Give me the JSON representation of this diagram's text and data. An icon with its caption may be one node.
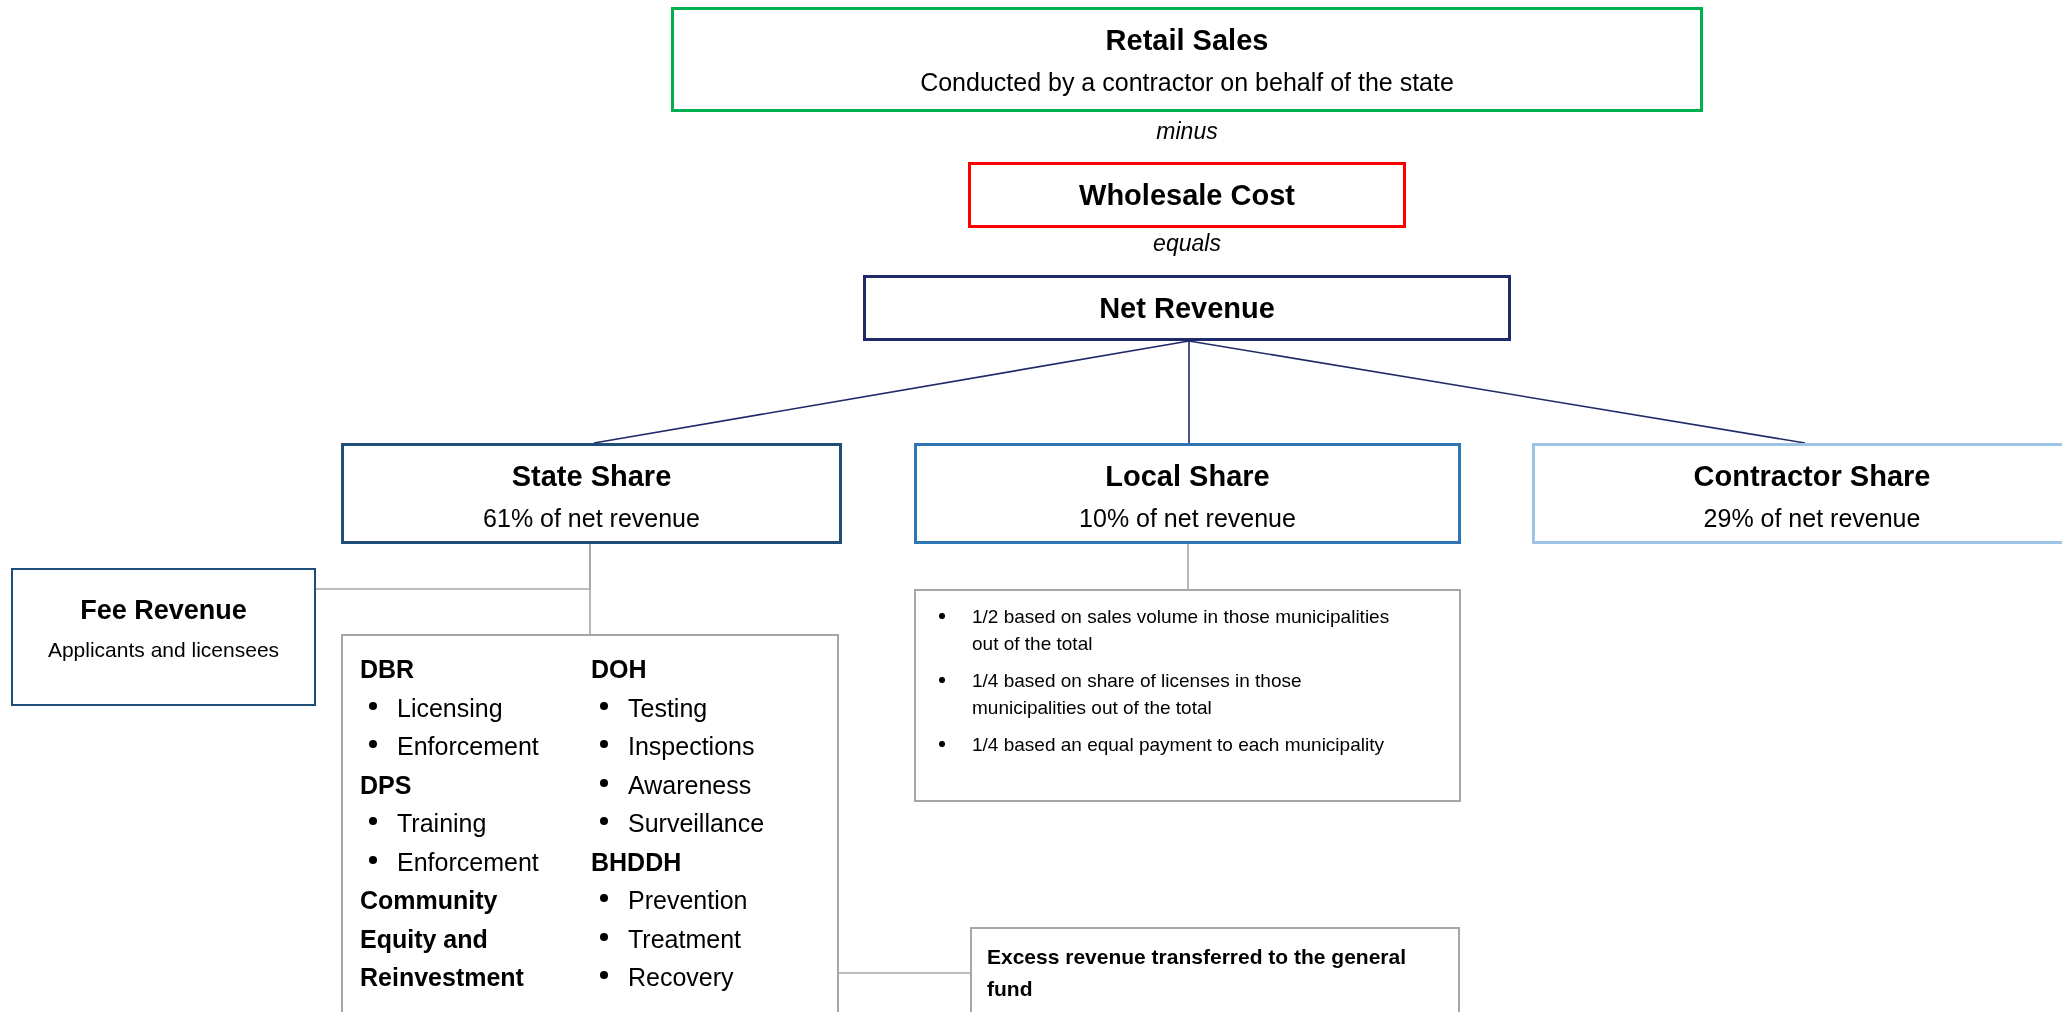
{
  "diagram": {
    "nodes": [
      {
        "text": [
          "Retail Sales",
          "Conducted by a contractor on behalf of the state"
        ]
      },
      {
        "text": [
          "Wholesale Cost"
        ]
      },
      {
        "text": [
          "Net Revenue"
        ]
      },
      {
        "text": [
          "State Share",
          "61% of net revenue"
        ]
      },
      {
        "text": [
          "Local Share",
          "10% of net revenue"
        ]
      },
      {
        "text": [
          "Contractor Share",
          "29% of net revenue"
        ]
      },
      {
        "text": [
          "Fee Revenue",
          "Applicants and licensees"
        ]
      },
      {
        "text": [
          "DBR",
          "Licensing",
          "Enforcement",
          "DPS",
          "Training",
          "Enforcement",
          "Community Equity and Reinvestment",
          "DOH",
          "Testing",
          "Inspections",
          "Awareness",
          "Surveillance",
          "BHDDH",
          "Prevention",
          "Treatment",
          "Recovery"
        ]
      },
      {
        "text": [
          "1/2 based on sales volume in those municipalities out of the total",
          "1/4 based on share of licenses in those municipalities out of the total",
          "1/4 based an equal payment to each municipality"
        ]
      },
      {
        "text": [
          "Excess revenue transferred to the general fund"
        ]
      }
    ],
    "edges": [
      {
        "from": 2,
        "to": 3,
        "arrow": "none",
        "color": "#1f2a6b"
      },
      {
        "from": 2,
        "to": 4,
        "arrow": "none",
        "color": "#1f2a6b"
      },
      {
        "from": 2,
        "to": 5,
        "arrow": "none",
        "color": "#1f2a6b"
      },
      {
        "from": 3,
        "to": 6,
        "arrow": "none"
      },
      {
        "from": 3,
        "to": 7,
        "arrow": "none"
      },
      {
        "from": 4,
        "to": 8,
        "arrow": "none"
      },
      {
        "from": 7,
        "to": 9,
        "arrow": "none"
      }
    ],
    "labels": [
      "minus",
      "equals"
    ]
  }
}
